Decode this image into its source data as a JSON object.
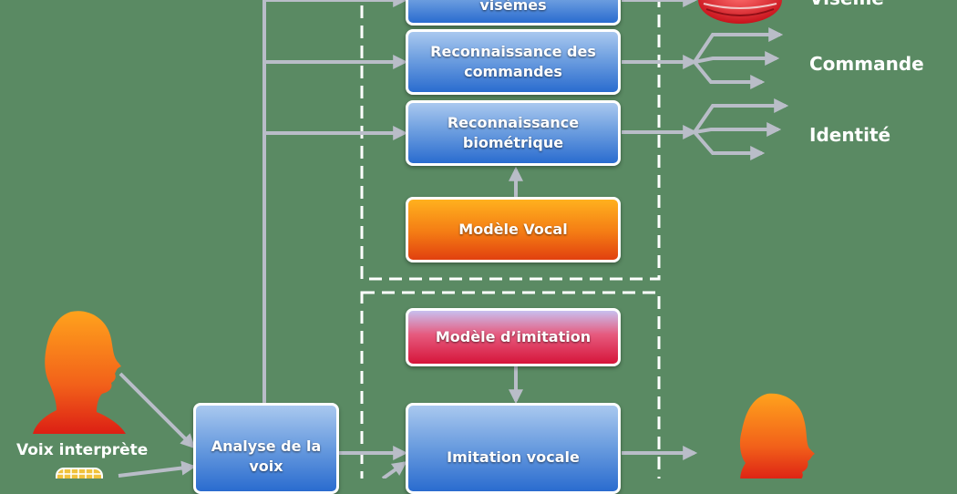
{
  "boxes": {
    "visemes": "visèmes",
    "commands": "Reconnaissance des commandes",
    "biometric": "Reconnaissance biométrique",
    "vocal_model": "Modèle Vocal",
    "imitation_model": "Modèle d’imitation",
    "voice_analysis": "Analyse de la voix",
    "vocal_imitation": "Imitation vocale"
  },
  "outputs": {
    "viseme": "Visème",
    "command": "Commande",
    "identity": "Identité"
  },
  "inputs": {
    "interpreter_voice": "Voix interprète"
  },
  "colors": {
    "background": "#5a8a63",
    "arrow": "#b9bdc8",
    "box_blue": "#2a6ccf",
    "box_orange": "#f47b14",
    "box_red": "#d6153a"
  }
}
